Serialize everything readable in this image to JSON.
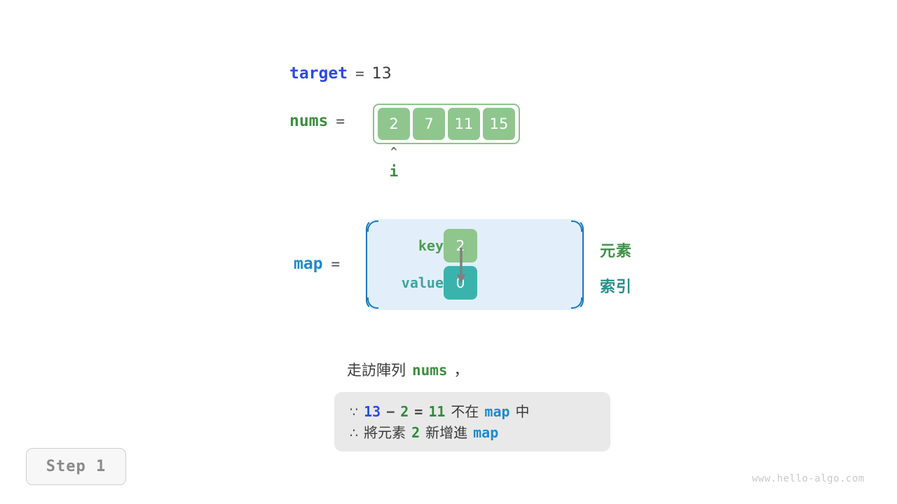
{
  "variables": {
    "target": {
      "name": "target",
      "equals": "=",
      "value": "13"
    },
    "nums": {
      "name": "nums",
      "equals": "=",
      "cells": [
        "2",
        "7",
        "11",
        "15"
      ]
    },
    "pointer": {
      "caret": "^",
      "label": "i",
      "points_to_index": 0
    },
    "map": {
      "name": "map",
      "equals": "=",
      "key_label": "key",
      "value_label": "value",
      "key_cell": "2",
      "value_cell": "0",
      "side_labels": {
        "element": "元素",
        "index": "索引"
      }
    }
  },
  "caption": {
    "prefix": "走訪陣列",
    "code": "nums",
    "suffix": "，"
  },
  "note": {
    "line1": {
      "symbol": "∵",
      "a": "13",
      "op1": "−",
      "b": "2",
      "op2": "=",
      "c": "11",
      "text": "不在",
      "map": "map",
      "tail": "中"
    },
    "line2": {
      "symbol": "∴",
      "text1": "將元素",
      "num": "2",
      "text2": "新增進",
      "map": "map"
    }
  },
  "step_badge": "Step 1",
  "watermark": "www.hello-algo.com",
  "colors": {
    "target_blue": "#2b4de0",
    "nums_green": "#3e8e41",
    "map_blue": "#1f8ace",
    "cell_green": "#8ec68e",
    "cell_teal": "#3bb3ad",
    "map_fill": "#e2effa",
    "map_border": "#1579c0",
    "note_bg": "#e9e9e9",
    "arrow_gray": "#808080"
  }
}
